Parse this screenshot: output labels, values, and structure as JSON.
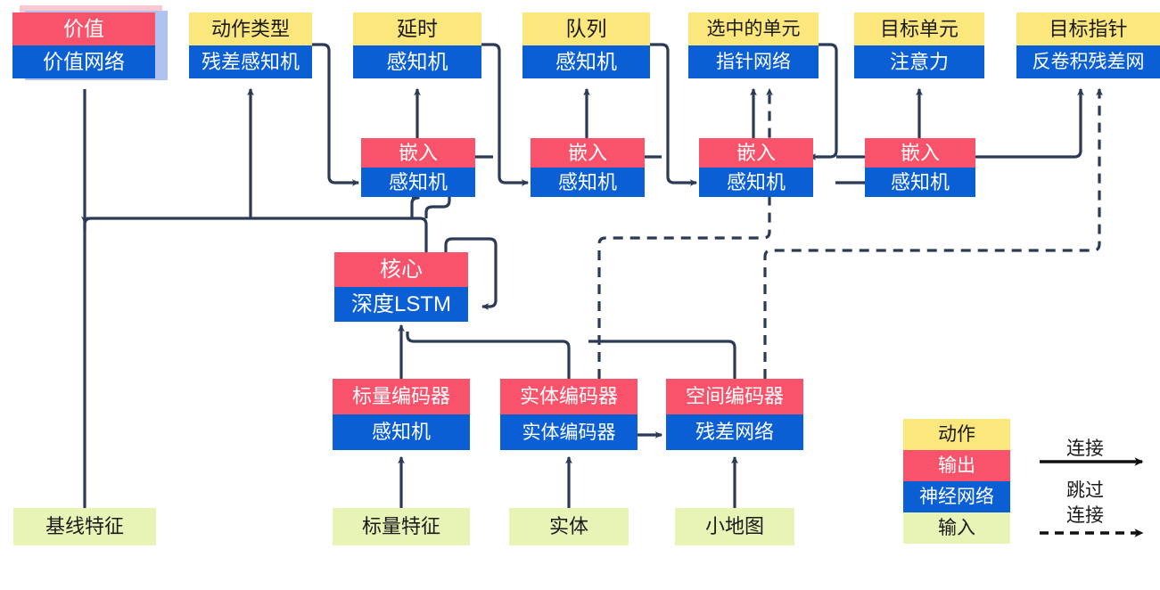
{
  "title": "AlphaStar-style agent network architecture diagram",
  "colors": {
    "action": "#FCE77D",
    "output": "#F9536B",
    "network": "#0B5FD4",
    "input": "#E8F3B6",
    "wire": "#2B3A55",
    "stack_pink": "#F9C9D2",
    "stack_blue": "#AFC2F0"
  },
  "nodes": {
    "value": {
      "top": "价值",
      "bottom": "价值网络"
    },
    "action_type": {
      "top": "动作类型",
      "bottom": "残差感知机"
    },
    "delay": {
      "top": "延时",
      "bottom": "感知机"
    },
    "queued": {
      "top": "队列",
      "bottom": "感知机"
    },
    "selected_units": {
      "top": "选中的单元",
      "bottom": "指针网络"
    },
    "target_unit": {
      "top": "目标单元",
      "bottom": "注意力"
    },
    "target_point": {
      "top": "目标指针",
      "bottom": "反卷积残差网"
    },
    "embed1": {
      "top": "嵌入",
      "bottom": "感知机"
    },
    "embed2": {
      "top": "嵌入",
      "bottom": "感知机"
    },
    "embed3": {
      "top": "嵌入",
      "bottom": "感知机"
    },
    "embed4": {
      "top": "嵌入",
      "bottom": "感知机"
    },
    "core": {
      "top": "核心",
      "bottom": "深度LSTM"
    },
    "scalar_encoder": {
      "top": "标量编码器",
      "bottom": "感知机"
    },
    "entity_encoder": {
      "top": "实体编码器",
      "bottom": "实体编码器"
    },
    "spatial_encoder": {
      "top": "空间编码器",
      "bottom": "残差网络"
    }
  },
  "inputs": {
    "baseline_features": "基线特征",
    "scalar_features": "标量特征",
    "entities": "实体",
    "minimap": "小地图"
  },
  "legend": {
    "swatches": [
      {
        "label": "动作",
        "kind": "action"
      },
      {
        "label": "输出",
        "kind": "output"
      },
      {
        "label": "神经网络",
        "kind": "net"
      },
      {
        "label": "输入",
        "kind": "input"
      }
    ],
    "connection_label": "连接",
    "skip_label_line1": "跳过",
    "skip_label_line2": "连接"
  }
}
